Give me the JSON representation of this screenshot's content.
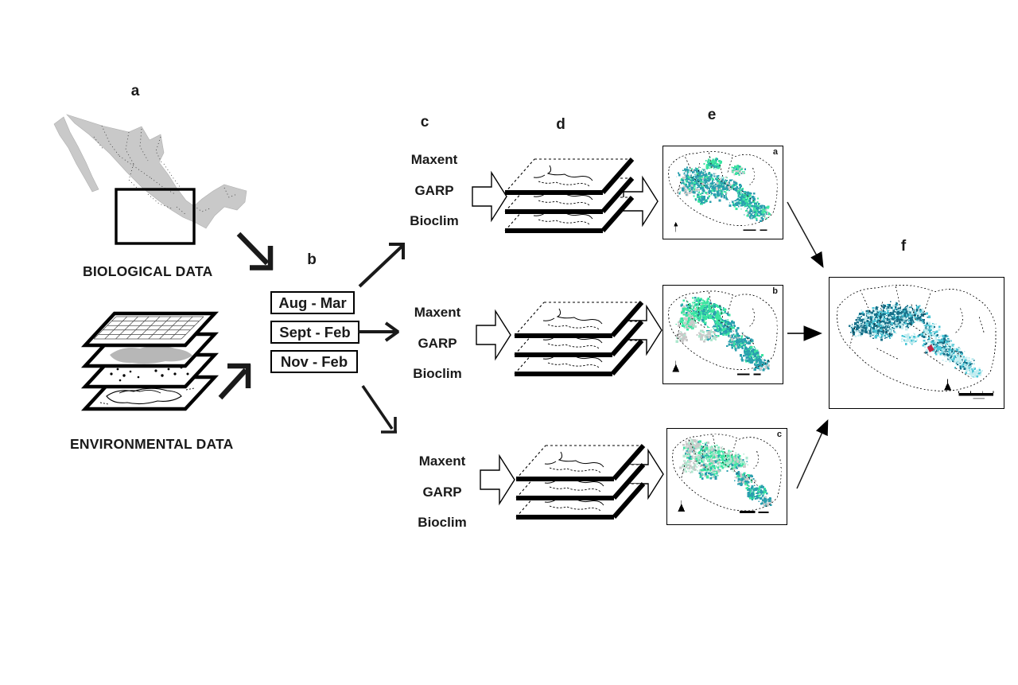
{
  "panels": {
    "a": "a",
    "b": "b",
    "c": "c",
    "d": "d",
    "e": "e",
    "f": "f"
  },
  "biological": {
    "label": "BIOLOGICAL DATA"
  },
  "environmental": {
    "label": "ENVIRONMENTAL DATA"
  },
  "time_periods": {
    "items": [
      {
        "label": "Aug - Mar"
      },
      {
        "label": "Sept - Feb"
      },
      {
        "label": "Nov - Feb"
      }
    ]
  },
  "model_rows": [
    {
      "methods": {
        "m1": "Maxent",
        "m2": "GARP",
        "m3": "Bioclim"
      },
      "map_letter": "a"
    },
    {
      "methods": {
        "m1": "Maxent",
        "m2": "GARP",
        "m3": "Bioclim"
      },
      "map_letter": "b"
    },
    {
      "methods": {
        "m1": "Maxent",
        "m2": "GARP",
        "m3": "Bioclim"
      },
      "map_letter": "c"
    }
  ],
  "colors": {
    "teal": "#2a9fae",
    "green": "#3be5a1",
    "pale_green": "#aee8cf",
    "gray": "#c9c9c9",
    "light_cyan": "#c4edf0",
    "dark_teal": "#177089",
    "aqua": "#4cc6d6",
    "red": "#c02545",
    "country_fill": "#c9c9c9",
    "line": "#1a1a1a"
  }
}
